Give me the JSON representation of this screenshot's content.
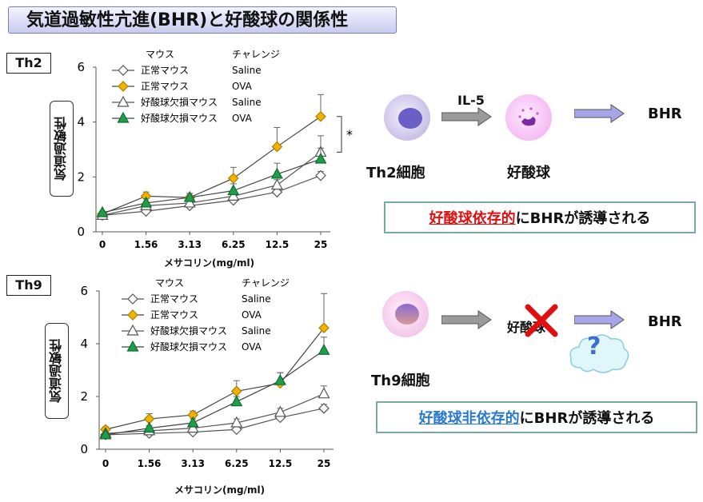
{
  "title": "気道過敏性亢進(BHR)と好酸球の関係性",
  "panels": {
    "top": {
      "label": "Th2",
      "cell_label": "Th2細胞",
      "il": "IL-5",
      "eos": "好酸球",
      "bhr": "BHR",
      "result_emph": "好酸球依存的",
      "result_rest": "にBHRが誘導される",
      "sig": "*"
    },
    "bottom": {
      "label": "Th9",
      "cell_label": "Th9細胞",
      "eos": "好酸球",
      "bhr": "BHR",
      "question": "?",
      "result_emph": "好酸球非依存的",
      "result_rest": "にBHRが誘導される"
    }
  },
  "legend": {
    "header_mouse": "マウス",
    "header_challenge": "チャレンジ"
  },
  "colors": {
    "normal_ova": "#f0b400",
    "ko_ova": "#1f9e4a",
    "arrow_fill": "#9a9a9a",
    "bhr_arrow": "#a8a4e8",
    "red": "#e01010",
    "blue": "#2a7ad0"
  },
  "chart_data": [
    {
      "type": "line",
      "panel": "Th2",
      "xlabel": "メサコリン(mg/ml)",
      "ylabel": "気道過敏性",
      "ylim": [
        0,
        6
      ],
      "yticks": [
        "0",
        "2",
        "4",
        "6"
      ],
      "categories": [
        "0",
        "1.56",
        "3.13",
        "6.25",
        "12.5",
        "25"
      ],
      "series": [
        {
          "mouse": "正常マウス",
          "challenge": "Saline",
          "marker": "open-diamond",
          "values": [
            0.6,
            0.75,
            0.95,
            1.15,
            1.45,
            2.05
          ],
          "err": [
            0.05,
            0.1,
            0.1,
            0.1,
            0.1,
            0.15
          ]
        },
        {
          "mouse": "正常マウス",
          "challenge": "OVA",
          "marker": "yellow-diamond",
          "values": [
            0.65,
            1.3,
            1.25,
            1.95,
            3.1,
            4.2
          ],
          "err": [
            0.1,
            0.15,
            0.15,
            0.4,
            0.7,
            0.8
          ]
        },
        {
          "mouse": "好酸球欠損マウス",
          "challenge": "Saline",
          "marker": "open-triangle",
          "values": [
            0.6,
            0.95,
            1.05,
            1.3,
            1.7,
            2.9
          ],
          "err": [
            0.05,
            0.1,
            0.1,
            0.15,
            0.2,
            0.6
          ]
        },
        {
          "mouse": "好酸球欠損マウス",
          "challenge": "OVA",
          "marker": "green-triangle",
          "values": [
            0.7,
            1.05,
            1.25,
            1.5,
            2.1,
            2.65
          ],
          "err": [
            0.05,
            0.15,
            0.15,
            0.25,
            0.4,
            0.4
          ]
        }
      ]
    },
    {
      "type": "line",
      "panel": "Th9",
      "xlabel": "メサコリン(mg/ml)",
      "ylabel": "気道過敏性",
      "ylim": [
        0,
        6
      ],
      "yticks": [
        "0",
        "2",
        "4",
        "6"
      ],
      "categories": [
        "0",
        "1.56",
        "3.13",
        "6.25",
        "12.5",
        "25"
      ],
      "series": [
        {
          "mouse": "正常マウス",
          "challenge": "Saline",
          "marker": "open-diamond",
          "values": [
            0.55,
            0.6,
            0.65,
            0.75,
            1.2,
            1.55
          ],
          "err": [
            0.05,
            0.05,
            0.05,
            0.1,
            0.1,
            0.15
          ]
        },
        {
          "mouse": "正常マウス",
          "challenge": "OVA",
          "marker": "yellow-diamond",
          "values": [
            0.75,
            1.15,
            1.3,
            2.2,
            2.5,
            4.6
          ],
          "err": [
            0.1,
            0.2,
            0.15,
            0.4,
            0.4,
            1.3
          ]
        },
        {
          "mouse": "好酸球欠損マウス",
          "challenge": "Saline",
          "marker": "open-triangle",
          "values": [
            0.6,
            0.7,
            0.8,
            1.0,
            1.4,
            2.1
          ],
          "err": [
            0.05,
            0.05,
            0.05,
            0.15,
            0.15,
            0.3
          ]
        },
        {
          "mouse": "好酸球欠損マウス",
          "challenge": "OVA",
          "marker": "green-triangle",
          "values": [
            0.55,
            0.8,
            1.0,
            1.8,
            2.6,
            3.75
          ],
          "err": [
            0.05,
            0.1,
            0.15,
            0.2,
            0.3,
            0.5
          ]
        }
      ]
    }
  ]
}
